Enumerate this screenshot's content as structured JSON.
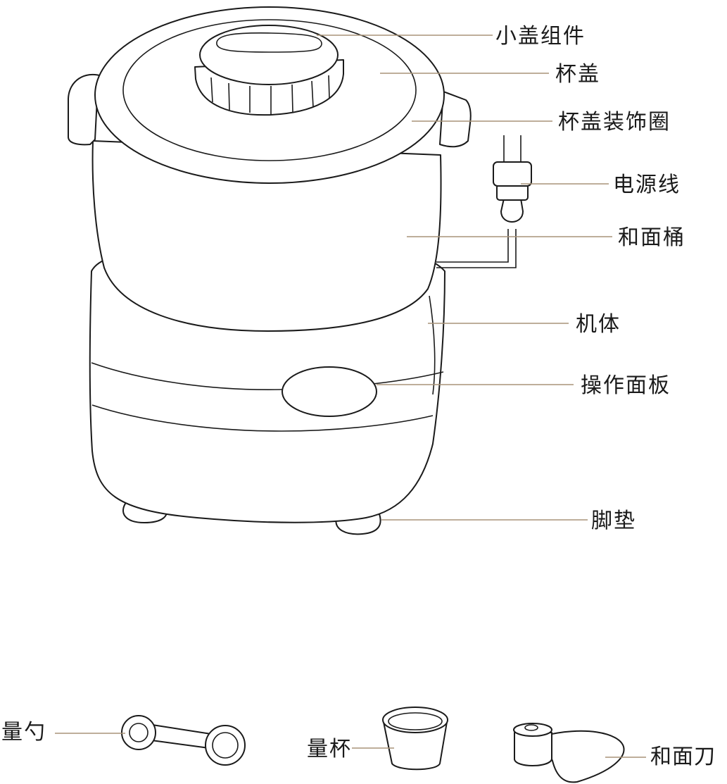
{
  "colors": {
    "line": "#1a1a1a",
    "leader": "#a89478",
    "background": "#ffffff"
  },
  "labels": {
    "small_lid": "小盖组件",
    "lid": "杯盖",
    "lid_ring": "杯盖装饰圈",
    "power_cord": "电源线",
    "bowl": "和面桶",
    "body": "机体",
    "panel": "操作面板",
    "feet": "脚垫",
    "spoon": "量勺",
    "cup": "量杯",
    "blade": "和面刀"
  }
}
